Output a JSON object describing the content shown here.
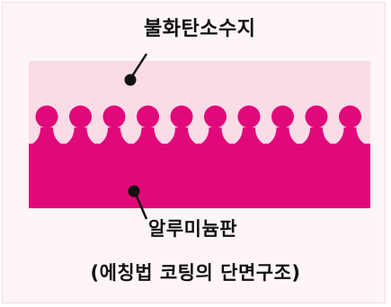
{
  "labels": {
    "top_layer": "불화탄소수지",
    "bottom_layer": "알루미늄판"
  },
  "caption": "(에칭법 코팅의 단면구조)",
  "colors": {
    "background": "#fef5f7",
    "resin_layer": "#f9dce5",
    "aluminum_layer": "#e0087a",
    "text": "#111111"
  }
}
